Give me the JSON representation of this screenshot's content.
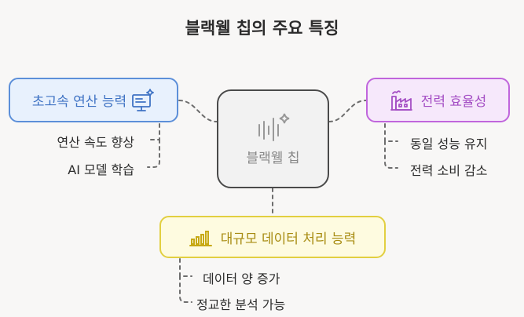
{
  "title": "블랙웰 칩의 주요 특징",
  "center": {
    "label": "블랙웰 칩"
  },
  "branches": {
    "speed": {
      "label": "초고속 연산 능력",
      "icon": "computer-icon",
      "color": "#5c8fd9",
      "items": [
        "연산 속도 향상",
        "AI 모델 학습"
      ]
    },
    "efficiency": {
      "label": "전력 효율성",
      "icon": "factory-icon",
      "color": "#c065dc",
      "items": [
        "동일 성능 유지",
        "전력 소비 감소"
      ]
    },
    "data": {
      "label": "대규모 데이터 처리 능력",
      "icon": "bar-chart-icon",
      "color": "#e2cf40",
      "items": [
        "데이터 양 증가",
        "정교한 분석 가능"
      ]
    }
  }
}
